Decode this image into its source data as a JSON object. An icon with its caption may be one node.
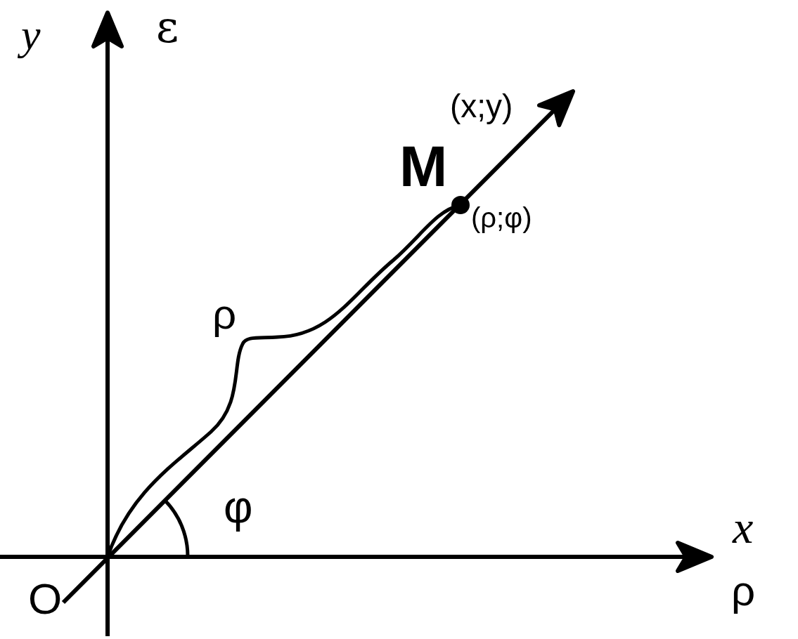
{
  "diagram": {
    "labels": [
      "y",
      "ε",
      "(x;y)",
      "M",
      "(ρ;φ)",
      "ρ",
      "φ",
      "x",
      "O",
      "ρ"
    ]
  }
}
